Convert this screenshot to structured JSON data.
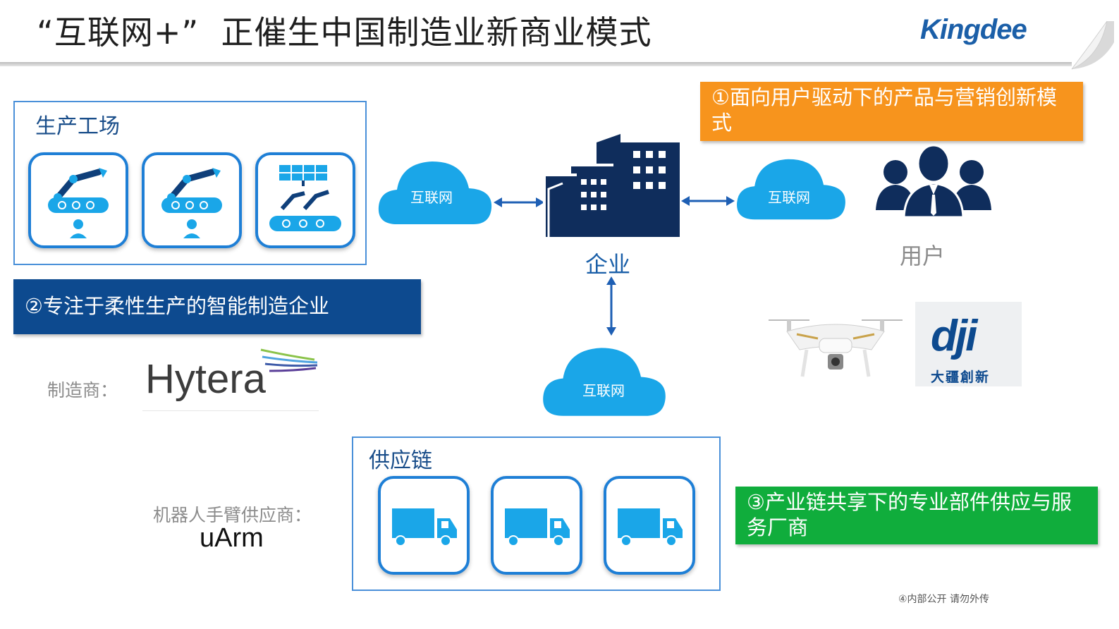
{
  "header": {
    "title": "“互联网+”  正催生中国制造业新商业模式",
    "logo_text": "Kingdee"
  },
  "factory": {
    "title": "生产工场"
  },
  "clouds": {
    "left": "互联网",
    "right": "互联网",
    "bottom": "互联网"
  },
  "enterprise": {
    "label": "企业"
  },
  "user": {
    "label": "用户"
  },
  "callouts": {
    "one": "①面向用户驱动下的产品与营销创新模式",
    "two": "②专注于柔性生产的智能制造企业",
    "three": "③产业链共享下的专业部件供应与服务厂商"
  },
  "manufacturer": {
    "label": "制造商：",
    "brand": "Hytera"
  },
  "robot_arm": {
    "label": "机器人手臂供应商：",
    "brand": "uArm"
  },
  "supply_chain": {
    "title": "供应链"
  },
  "dji": {
    "logo": "dji",
    "subtitle": "大疆創新"
  },
  "footer": {
    "text": "④内部公开 请勿外传"
  },
  "colors": {
    "orange": "#f7941d",
    "navy": "#0d4a8f",
    "green": "#10ad3c",
    "cloud": "#1aa6e8",
    "tile_border": "#1e7fd6",
    "building": "#0f2d5c"
  }
}
